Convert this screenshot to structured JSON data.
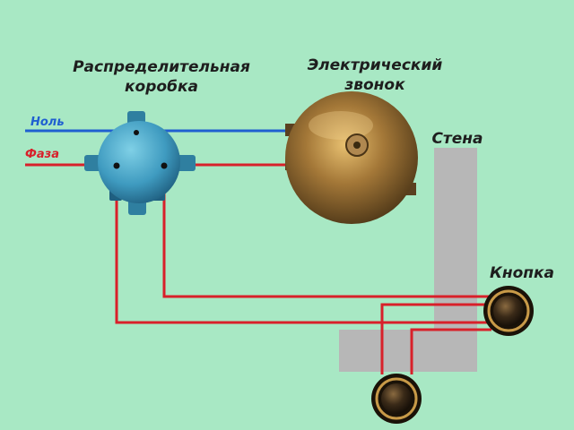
{
  "labels": {
    "junction_box": [
      "Распределительная",
      "коробка"
    ],
    "bell": [
      "Электрический",
      "звонок"
    ],
    "wall": "Стена",
    "button": "Кнопка",
    "neutral": "Ноль",
    "phase": "Фаза"
  },
  "colors": {
    "background": "#a8e8c4",
    "neutral_wire": "#1f5fd1",
    "phase_wire": "#d8202a",
    "wall": "#b7b7b7",
    "box": "#4aa8c8",
    "bell": "#9a7030"
  }
}
